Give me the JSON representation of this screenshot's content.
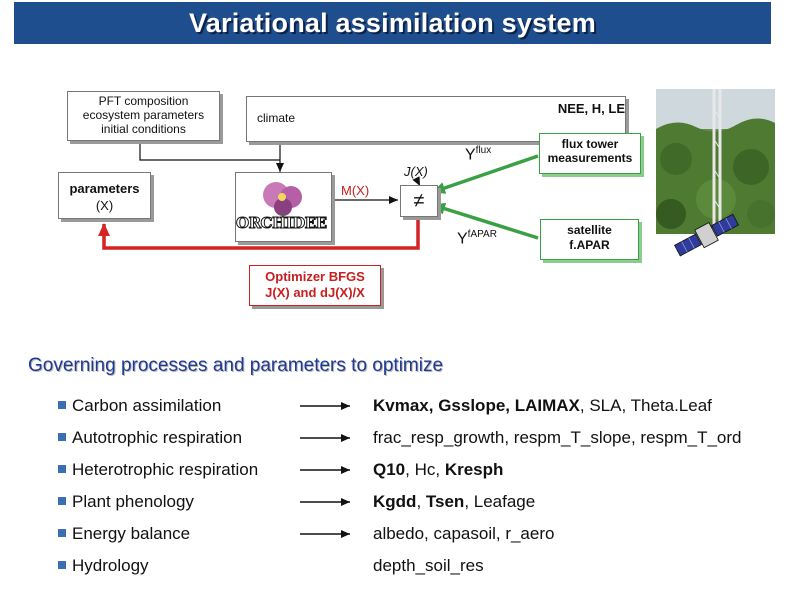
{
  "title": "Variational assimilation system",
  "diagram": {
    "inputs_box": [
      "PFT composition",
      "ecosystem parameters",
      "initial conditions"
    ],
    "climate_label": "climate",
    "nee_label": "NEE, H, LE",
    "flux_tower_label": [
      "flux tower",
      "measurements"
    ],
    "satellite_label": [
      "satellite",
      "f.APAR"
    ],
    "parameters_label": "parameters",
    "parameters_symbol": "(X)",
    "model_label": "M(X)",
    "cost_label": "J(X)",
    "neq_symbol": "≠",
    "yflux_main": "Y",
    "yflux_sup": "flux",
    "yfapar_main": "Y",
    "yfapar_sup": "fAPAR",
    "orchidee_logo": "ORCHIDEE",
    "optimizer_lines": [
      "Optimizer BFGS",
      "J(X) and dJ(X)/X"
    ]
  },
  "colors": {
    "title_bg": "#1f4e8f",
    "green_arrow": "#3aa044",
    "red_arrow": "#d42424",
    "heading": "#1f3a93"
  },
  "heading": "Governing processes and parameters to optimize",
  "processes": [
    {
      "name": "Carbon assimilation",
      "params": [
        {
          "t": "Kvmax, Gsslope, LAIMAX",
          "b": true
        },
        {
          "t": ", SLA, Theta.Leaf",
          "b": false
        }
      ]
    },
    {
      "name": "Autotrophic respiration",
      "params": [
        {
          "t": "frac_resp_growth, respm_T_slope, respm_T_ord",
          "b": false
        }
      ]
    },
    {
      "name": "Heterotrophic respiration",
      "params": [
        {
          "t": "Q10",
          "b": true
        },
        {
          "t": ", Hc, ",
          "b": false
        },
        {
          "t": "Kresph",
          "b": true
        }
      ]
    },
    {
      "name": "Plant phenology",
      "params": [
        {
          "t": "Kgdd",
          "b": true
        },
        {
          "t": ", ",
          "b": false
        },
        {
          "t": "Tsen",
          "b": true
        },
        {
          "t": ", Leafage",
          "b": false
        }
      ]
    },
    {
      "name": "Energy balance",
      "params": [
        {
          "t": "albedo, capasoil, r_aero",
          "b": false
        }
      ]
    },
    {
      "name": "Hydrology",
      "params": [
        {
          "t": "depth_soil_res",
          "b": false
        }
      ]
    }
  ]
}
